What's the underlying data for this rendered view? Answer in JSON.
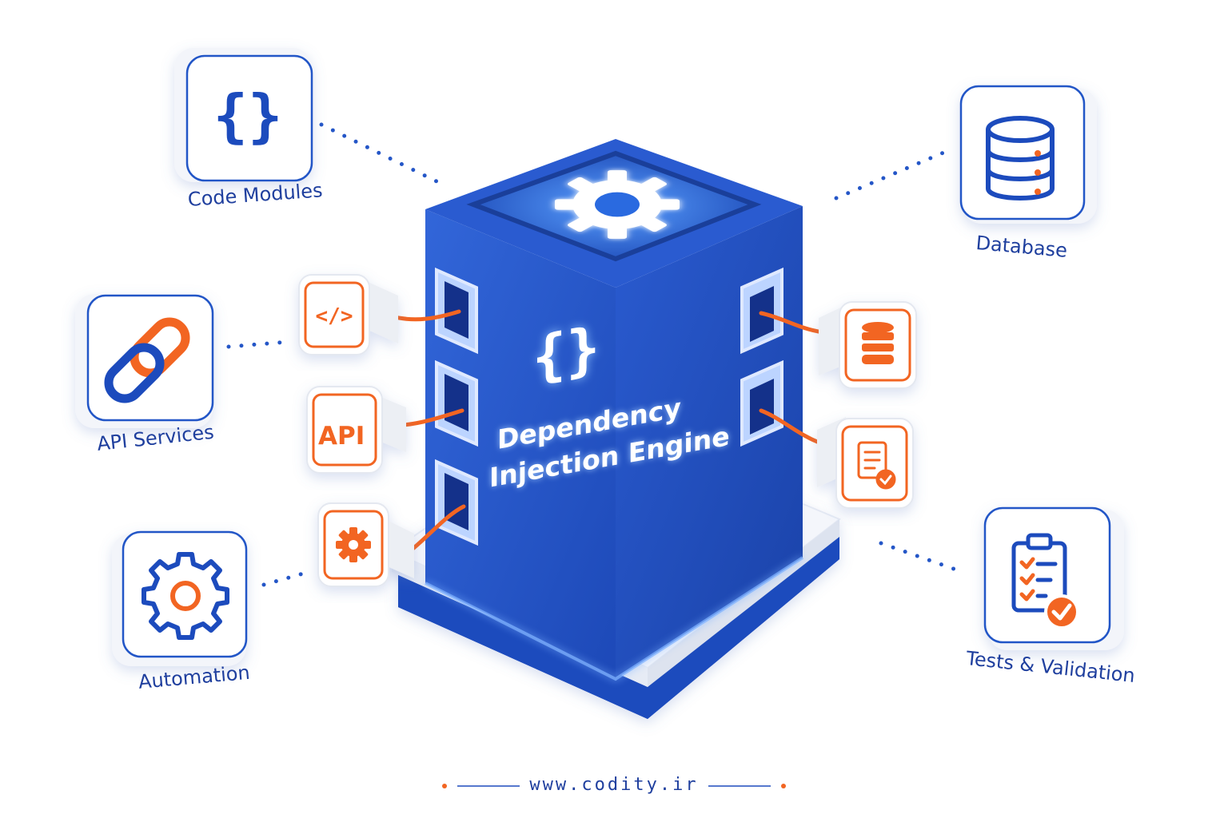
{
  "modules": {
    "code_modules": "Code Modules",
    "api_services": "API Services",
    "automation": "Automation",
    "database": "Database",
    "tests_validation": "Tests & Validation"
  },
  "engine": {
    "line1": "Dependency",
    "line2": "Injection Engine",
    "brace": "{}"
  },
  "plugs": {
    "api": "API"
  },
  "footer": {
    "url": "www.codity.ir"
  },
  "colors": {
    "primary_blue": "#2456c7",
    "dark_blue": "#1f3f9e",
    "accent_orange": "#f26522",
    "white": "#ffffff"
  },
  "icons": {
    "code_modules": "curly-braces-icon",
    "api_services": "link-icon",
    "automation": "gear-icon",
    "database": "database-icon",
    "tests_validation": "checklist-icon",
    "engine_top": "gear-icon"
  }
}
